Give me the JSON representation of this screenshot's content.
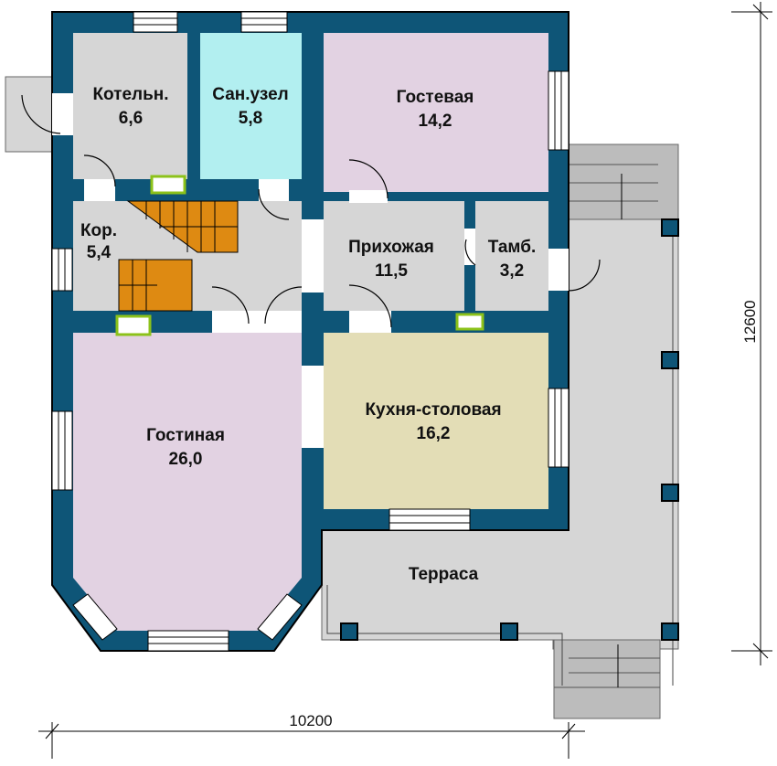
{
  "rooms": [
    {
      "name": "Котельн.",
      "area": "6,6"
    },
    {
      "name": "Сан.узел",
      "area": "5,8"
    },
    {
      "name": "Гостевая",
      "area": "14,2"
    },
    {
      "name": "Кор.",
      "area": "5,4"
    },
    {
      "name": "Прихожая",
      "area": "11,5"
    },
    {
      "name": "Тамб.",
      "area": "3,2"
    },
    {
      "name": "Гостиная",
      "area": "26,0"
    },
    {
      "name": "Кухня-столовая",
      "area": "16,2"
    },
    {
      "name": "Терраса"
    }
  ],
  "dimensions": {
    "width": "10200",
    "height": "12600"
  },
  "colors": {
    "wall": "#0e5577",
    "gray_room": "#d6d6d6",
    "bath": "#b2eff0",
    "guest": "#e2d2e2",
    "kitchen": "#e3ddb6",
    "stairs": "#de8a12"
  }
}
